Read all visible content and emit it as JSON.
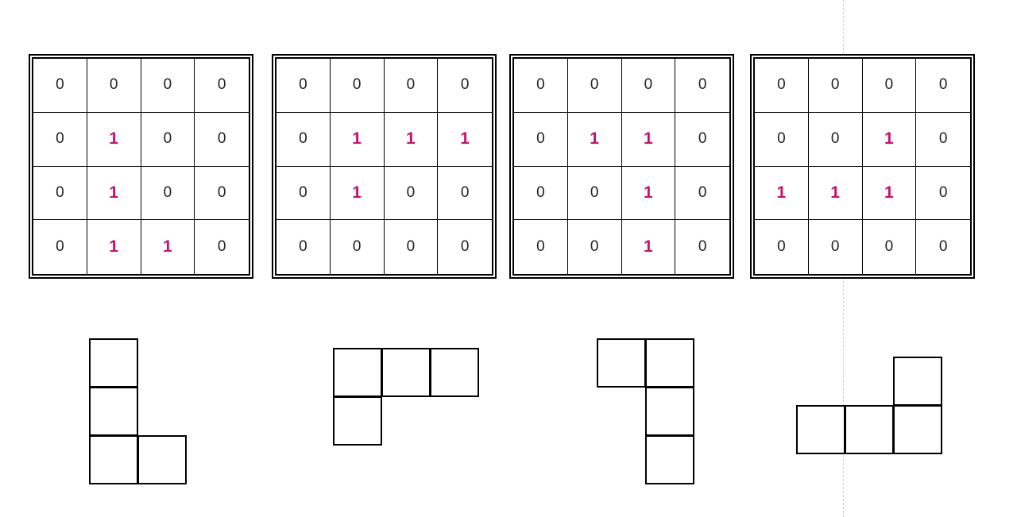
{
  "grids": [
    {
      "name": "grid-1",
      "rows": [
        [
          "0",
          "0",
          "0",
          "0"
        ],
        [
          "0",
          "1",
          "0",
          "0"
        ],
        [
          "0",
          "1",
          "0",
          "0"
        ],
        [
          "0",
          "1",
          "1",
          "0"
        ]
      ]
    },
    {
      "name": "grid-2",
      "rows": [
        [
          "0",
          "0",
          "0",
          "0"
        ],
        [
          "0",
          "1",
          "1",
          "1"
        ],
        [
          "0",
          "1",
          "0",
          "0"
        ],
        [
          "0",
          "0",
          "0",
          "0"
        ]
      ]
    },
    {
      "name": "grid-3",
      "rows": [
        [
          "0",
          "0",
          "0",
          "0"
        ],
        [
          "0",
          "1",
          "1",
          "0"
        ],
        [
          "0",
          "0",
          "1",
          "0"
        ],
        [
          "0",
          "0",
          "1",
          "0"
        ]
      ]
    },
    {
      "name": "grid-4",
      "rows": [
        [
          "0",
          "0",
          "0",
          "0"
        ],
        [
          "0",
          "0",
          "1",
          "0"
        ],
        [
          "1",
          "1",
          "1",
          "0"
        ],
        [
          "0",
          "0",
          "0",
          "0"
        ]
      ]
    }
  ],
  "colors": {
    "highlight": "#c8106f",
    "text": "#222222",
    "border": "#000000",
    "divider": "#c8c8c8"
  }
}
